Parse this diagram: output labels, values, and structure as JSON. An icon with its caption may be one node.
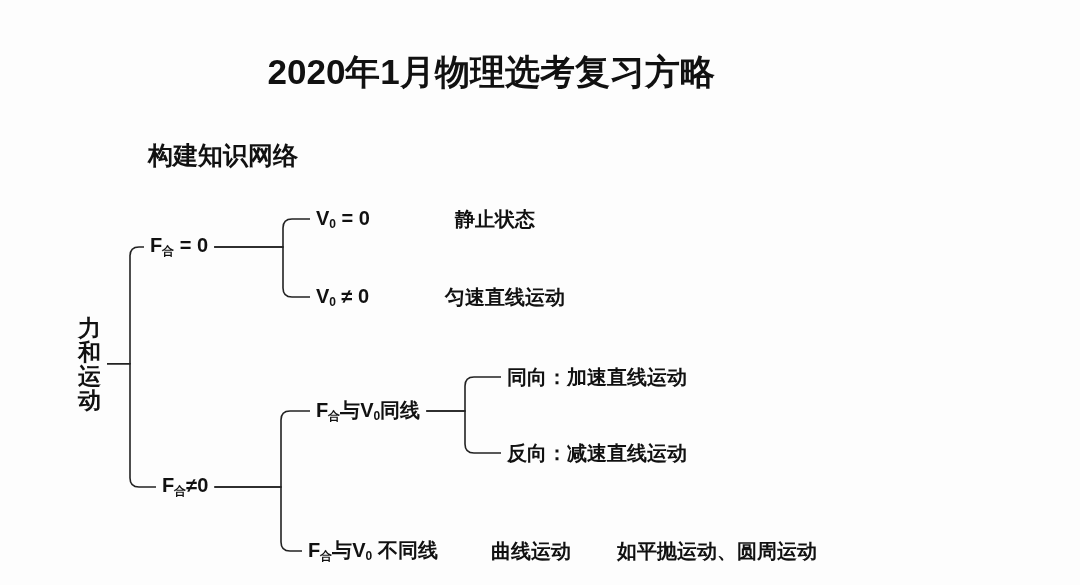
{
  "diagram": {
    "title": "2020年1月物理选考复习方略",
    "nodes": [
      {
        "text": [
          "力和运动"
        ]
      },
      {
        "text": [
          "F$_{合}$ = 0"
        ]
      },
      {
        "text": [
          "V$_{0}$ = 0"
        ]
      },
      {
        "text": [
          "V$_{0}$ ≠ 0"
        ]
      },
      {
        "text": [
          "F$_{合}$≠0"
        ]
      },
      {
        "text": [
          "F$_{合}$与V$_{0}$同线"
        ]
      },
      {
        "text": [
          "同向：加速直线运动"
        ]
      },
      {
        "text": [
          "反向：减速直线运动"
        ]
      },
      {
        "text": [
          "F$_{合}$与V$_{0}$ 不同线"
        ]
      }
    ],
    "edges": [
      {
        "from": 0,
        "to": 1,
        "arrow": "none"
      },
      {
        "from": 0,
        "to": 4,
        "arrow": "none"
      },
      {
        "from": 1,
        "to": 2,
        "arrow": "none"
      },
      {
        "from": 1,
        "to": 3,
        "arrow": "none"
      },
      {
        "from": 4,
        "to": 5,
        "arrow": "none"
      },
      {
        "from": 4,
        "to": 8,
        "arrow": "none"
      },
      {
        "from": 5,
        "to": 6,
        "arrow": "none"
      },
      {
        "from": 5,
        "to": 7,
        "arrow": "none"
      }
    ],
    "labels": [
      "构建知识网络",
      "静止状态",
      "匀速直线运动",
      "曲线运动",
      "如平抛运动、圆周运动"
    ]
  }
}
